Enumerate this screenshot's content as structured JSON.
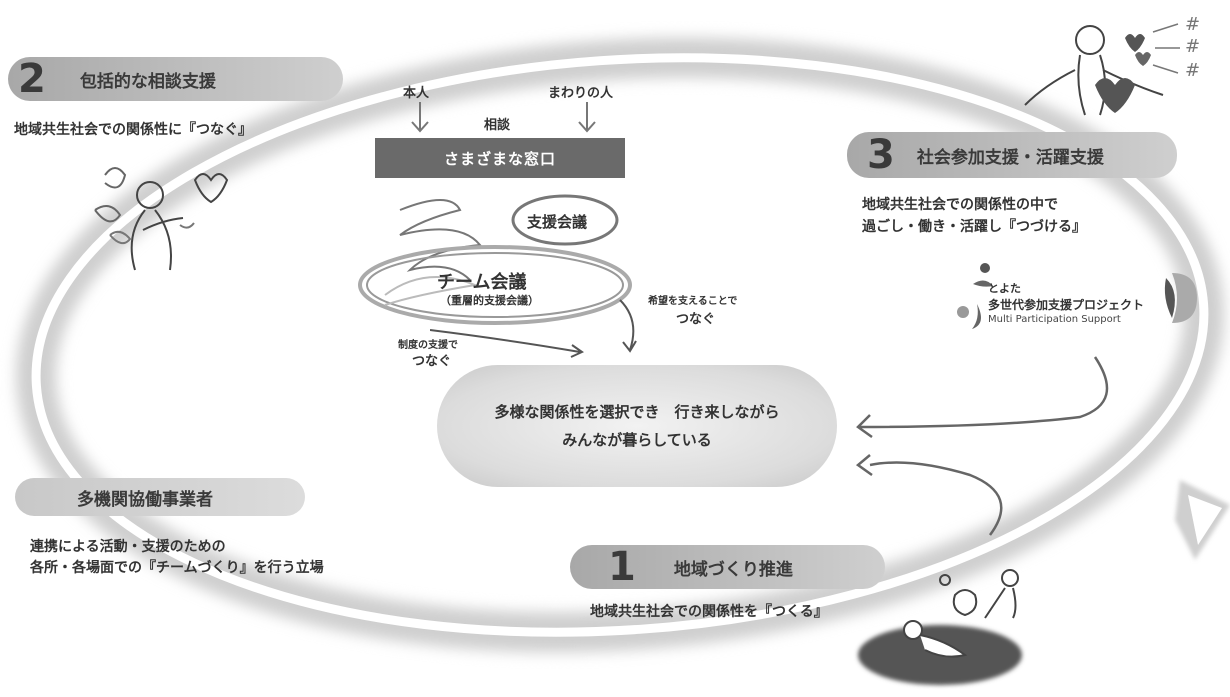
{
  "section2": {
    "number": "2",
    "title": "包括的な相談支援",
    "subtitle": "地域共生社会での関係性に『つなぐ』"
  },
  "section3": {
    "number": "3",
    "title": "社会参加支援・活躍支援",
    "subtitle_line1": "地域共生社会での関係性の中で",
    "subtitle_line2": "過ごし・働き・活躍し『つづける』"
  },
  "section1": {
    "number": "1",
    "title": "地域づくり推進",
    "subtitle": "地域共生社会での関係性を『つくる』"
  },
  "multi_agency": {
    "title": "多機関協働事業者",
    "line1": "連携による活動・支援のための",
    "line2": "各所・各場面での『チームづくり』を行う立場"
  },
  "flow": {
    "person": "本人",
    "surrounding": "まわりの人",
    "consult": "相談",
    "windows": "さまざまな窓口",
    "support_meeting": "支援会議",
    "team_meeting": "チーム会議",
    "team_meeting_sub": "（重層的支援会議）",
    "system_line1": "制度の支援で",
    "system_line2": "つなぐ",
    "hope_line1": "希望を支えることで",
    "hope_line2": "つなぐ"
  },
  "center": {
    "line1": "多様な関係性を選択でき　行き来しながら",
    "line2": "みんなが暮らしている"
  },
  "logo": {
    "line1": "とよた",
    "line2": "多世代参加支援プロジェクト",
    "line3": "Multi Participation Support"
  },
  "colors": {
    "pill": "#bdbdbd",
    "window": "#6a6a6a",
    "ring": "#d6d6d6"
  }
}
